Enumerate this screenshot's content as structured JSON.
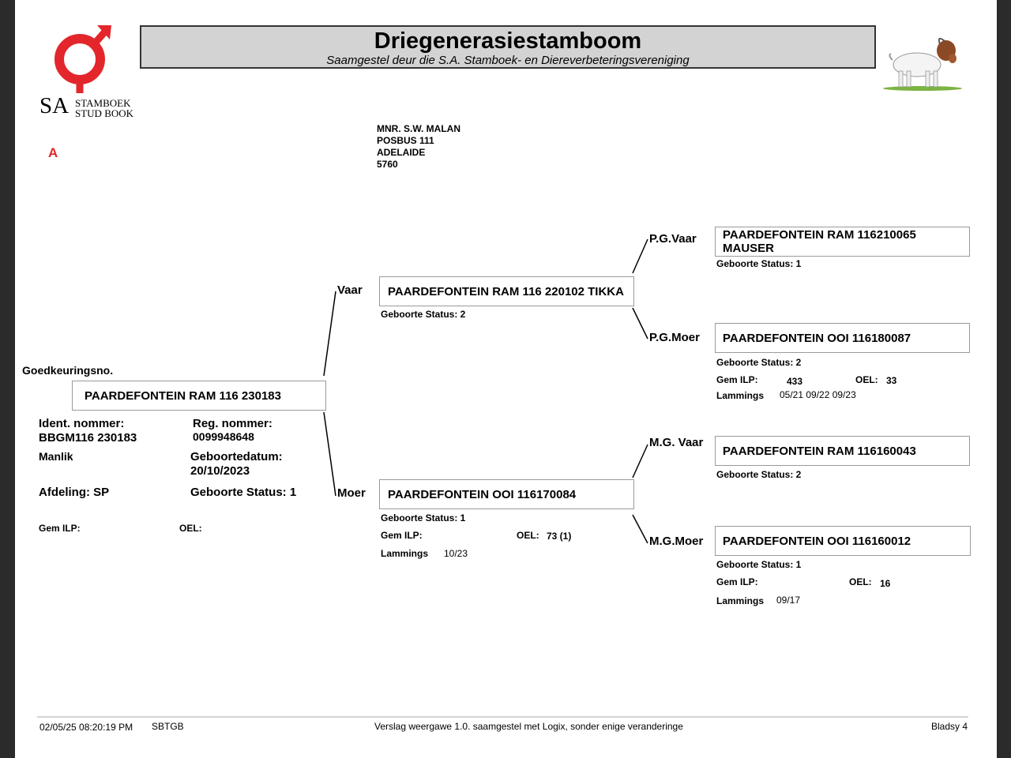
{
  "header": {
    "title": "Driegenerasiestamboom",
    "subtitle": "Saamgestel deur die S.A. Stamboek- en Diereverbeteringsvereniging",
    "logo_text_sa": "SA",
    "logo_text_line1": "STAMBOEK",
    "logo_text_line2": "STUD BOOK",
    "logo_color": "#e3262c",
    "grade_letter": "A",
    "grade_color": "#e3262c"
  },
  "address": {
    "line1": "MNR. S.W. MALAN",
    "line2": "POSBUS 111",
    "line3": "ADELAIDE",
    "line4": "5760"
  },
  "animal": {
    "approval_label": "Goedkeuringsno.",
    "name": "PAARDEFONTEIN RAM 116 230183",
    "ident_label": "Ident. nommer:",
    "ident_value": "BBGM116 230183",
    "reg_label": "Reg. nommer:",
    "reg_value": "0099948648",
    "sex": "Manlik",
    "birthdate_label": "Geboortedatum:",
    "birthdate_value": "20/10/2023",
    "section": "Afdeling: SP",
    "birth_status": "Geboorte Status: 1",
    "gem_ilp_label": "Gem ILP:",
    "oel_label": "OEL:"
  },
  "sire": {
    "label": "Vaar",
    "name": "PAARDEFONTEIN RAM 116 220102 TIKKA",
    "birth_status": "Geboorte Status: 2"
  },
  "dam": {
    "label": "Moer",
    "name": "PAARDEFONTEIN OOI 116170084",
    "birth_status": "Geboorte Status: 1",
    "gem_ilp_label": "Gem ILP:",
    "oel_label": "OEL:",
    "oel_value": "73 (1)",
    "lammings_label": "Lammings",
    "lammings_value": "10/23"
  },
  "pg_sire": {
    "label": "P.G.Vaar",
    "name": "PAARDEFONTEIN RAM 116210065 MAUSER",
    "birth_status": "Geboorte Status: 1"
  },
  "pg_dam": {
    "label": "P.G.Moer",
    "name": "PAARDEFONTEIN OOI 116180087",
    "birth_status": "Geboorte Status: 2",
    "gem_ilp_label": "Gem ILP:",
    "gem_ilp_value": "433",
    "oel_label": "OEL:",
    "oel_value": "33",
    "lammings_label": "Lammings",
    "lammings_value": "05/21 09/22 09/23"
  },
  "mg_sire": {
    "label": "M.G. Vaar",
    "name": "PAARDEFONTEIN RAM 116160043",
    "birth_status": "Geboorte Status: 2"
  },
  "mg_dam": {
    "label": "M.G.Moer",
    "name": "PAARDEFONTEIN OOI 116160012",
    "birth_status": "Geboorte Status: 1",
    "gem_ilp_label": "Gem ILP:",
    "oel_label": "OEL:",
    "oel_value": "16",
    "lammings_label": "Lammings",
    "lammings_value": "09/17"
  },
  "footer": {
    "timestamp": "02/05/25 08:20:19 PM",
    "code": "SBTGB",
    "report_note": "Verslag weergawe 1.0. saamgestel met Logix, sonder enige veranderinge",
    "page": "Bladsy 4"
  }
}
